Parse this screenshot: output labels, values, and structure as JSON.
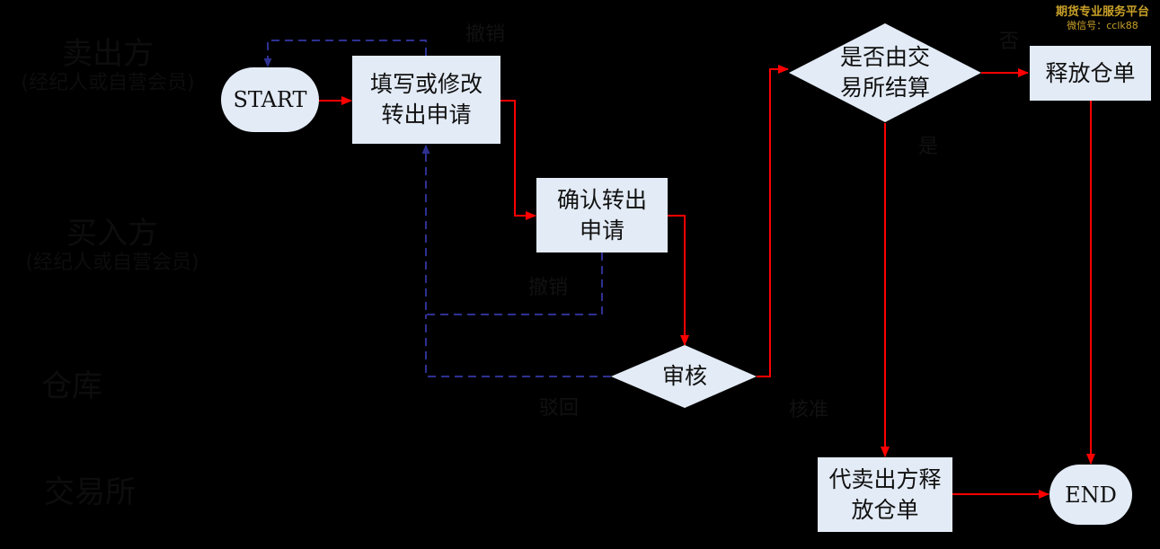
{
  "watermark": {
    "line1": "期货专业服务平台",
    "line2": "微信号：cclk88"
  },
  "lanes": [
    {
      "name": "卖出方",
      "sub": "(经纪人或自营会员)"
    },
    {
      "name": "买入方",
      "sub": "(经纪人或自营会员)"
    },
    {
      "name": "仓库",
      "sub": ""
    },
    {
      "name": "交易所",
      "sub": ""
    }
  ],
  "nodes": {
    "start": "START",
    "fill": {
      "line1": "填写或修改",
      "line2": "转出申请"
    },
    "confirm": {
      "line1": "确认转出",
      "line2": "申请"
    },
    "review": "审核",
    "decision": {
      "line1": "是否由交",
      "line2": "易所结算"
    },
    "release": "释放仓单",
    "agent": {
      "line1": "代卖出方释",
      "line2": "放仓单"
    },
    "end": "END"
  },
  "edge_labels": {
    "cancel_top": "撤销",
    "cancel_mid": "撤销",
    "reject": "驳回",
    "approve": "核准",
    "yes": "是",
    "no": "否"
  },
  "colors": {
    "flow": "#ff0000",
    "return": "#2e3192",
    "node_fill": "#e3ebf6",
    "background": "#000000"
  }
}
